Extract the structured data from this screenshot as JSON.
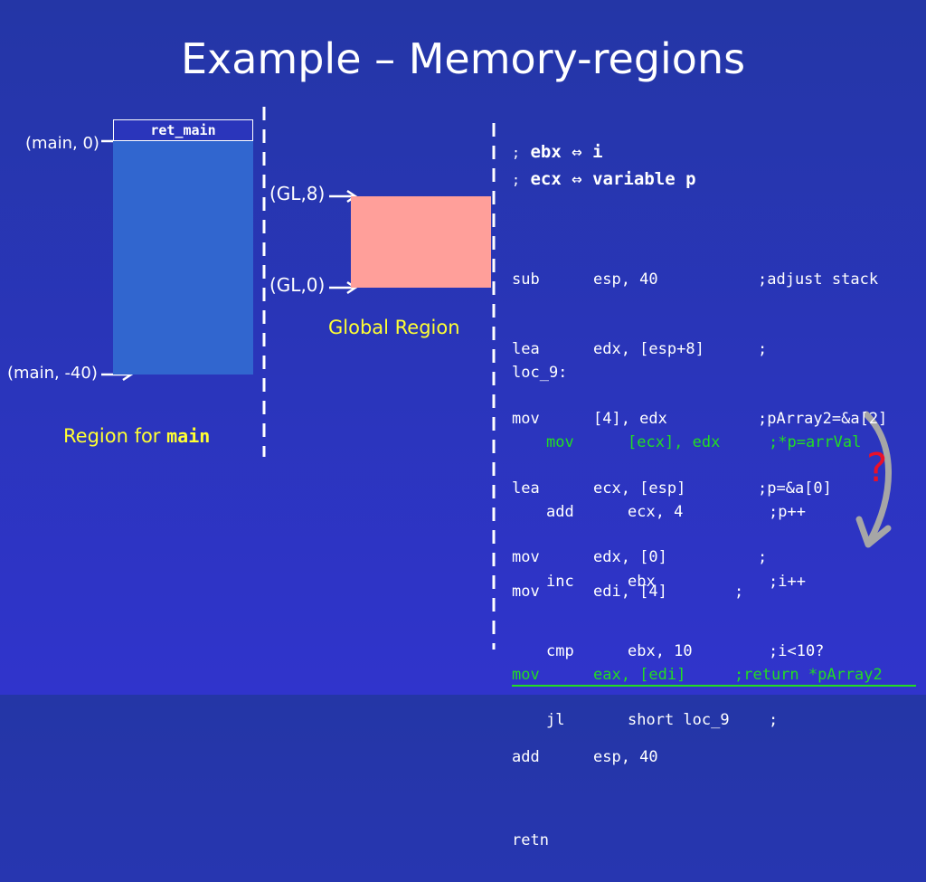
{
  "title": "Example – Memory-regions",
  "memory": {
    "ret_label": "ret_main",
    "main_top_label": "(main, 0)",
    "main_bottom_label": "(main, -40)",
    "gl_top_label": "(GL,8)",
    "gl_bottom_label": "(GL,0)",
    "global_caption": "Global Region",
    "main_caption_prefix": "Region for ",
    "main_caption_code": "main",
    "main_region_color": "#3166cf",
    "global_region_color": "#ff9f9a"
  },
  "comments": [
    {
      "semi": ";",
      "text": "ebx ⇔ i"
    },
    {
      "semi": ";",
      "text": "ecx ⇔ variable p"
    }
  ],
  "code": {
    "block1": [
      {
        "op": "sub",
        "args": "esp, 40",
        "comment": ";adjust stack"
      },
      {
        "op": "lea",
        "args": "edx, [esp+8]",
        "comment": ";"
      },
      {
        "op": "mov",
        "args": "[4], edx",
        "comment": ";pArray2=&a[2]"
      },
      {
        "op": "lea",
        "args": "ecx, [esp]",
        "comment": ";p=&a[0]"
      },
      {
        "op": "mov",
        "args": "edx, [0]",
        "comment": ";"
      }
    ],
    "loop_label": "loc_9:",
    "loop": [
      {
        "op": "mov",
        "args": "[ecx], edx",
        "comment": ";*p=arrVal"
      },
      {
        "op": "add",
        "args": "ecx, 4",
        "comment": ";p++"
      },
      {
        "op": "inc",
        "args": "ebx",
        "comment": ";i++"
      },
      {
        "op": "cmp",
        "args": "ebx, 10",
        "comment": ";i<10?"
      },
      {
        "op": "jl",
        "args": "short loc_9",
        "comment": ";"
      }
    ],
    "block2": [
      {
        "op": "mov",
        "args": "edi, [4]",
        "comment": ";"
      },
      {
        "op": "mov",
        "args": "eax, [edi]",
        "comment": ";return *pArray2"
      },
      {
        "op": "add",
        "args": "esp, 40",
        "comment": ""
      },
      {
        "op": "retn",
        "args": "",
        "comment": ""
      }
    ]
  },
  "question_mark": "?",
  "colors": {
    "highlight": "#22dd22",
    "caption": "#ffff33",
    "question": "#e8102a"
  }
}
